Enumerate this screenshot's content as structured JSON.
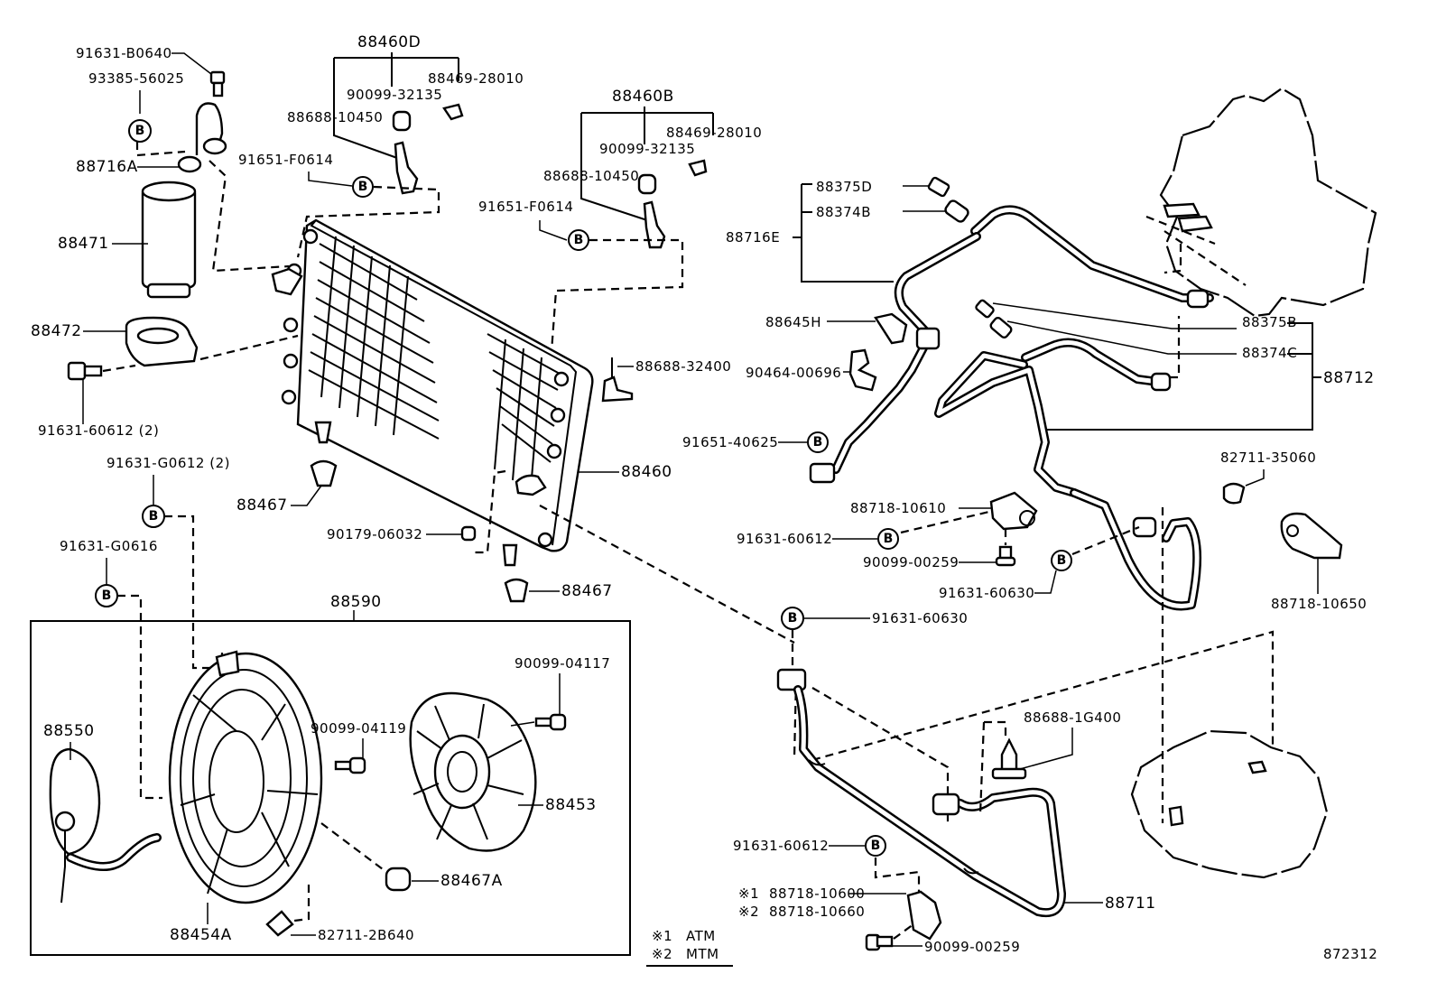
{
  "diagram": {
    "figure_id": "872312",
    "bolt_marker": "B",
    "notes": [
      {
        "mark": "※1",
        "text": "ATM"
      },
      {
        "mark": "※2",
        "text": "MTM"
      }
    ],
    "labels": {
      "p91631_B0640": "91631-B0640",
      "p93385_56025": "93385-56025",
      "p88716A": "88716A",
      "p88471": "88471",
      "p88472": "88472",
      "p91631_60612_2": "91631-60612 (2)",
      "p88460D": "88460D",
      "p88469_28010_a": "88469-28010",
      "p90099_32135_a": "90099-32135",
      "p88688_10450_a": "88688-10450",
      "p91651_F0614_a": "91651-F0614",
      "p88460B": "88460B",
      "p88469_28010_b": "88469-28010",
      "p90099_32135_b": "90099-32135",
      "p88688_10450_b": "88688-10450",
      "p91651_F0614_b": "91651-F0614",
      "p88688_32400": "88688-32400",
      "p88460": "88460",
      "p88467_a": "88467",
      "p88467_b": "88467",
      "p90179_06032": "90179-06032",
      "p91631_G0612_2": "91631-G0612 (2)",
      "p91631_G0616": "91631-G0616",
      "p88590": "88590",
      "p90099_04119": "90099-04119",
      "p90099_04117": "90099-04117",
      "p88550": "88550",
      "p88453": "88453",
      "p88467A": "88467A",
      "p88454A": "88454A",
      "p82711_2B640": "82711-2B640",
      "p88375D": "88375D",
      "p88374B": "88374B",
      "p88716E": "88716E",
      "p88645H": "88645H",
      "p90464_00696": "90464-00696",
      "p91651_40625": "91651-40625",
      "p88375B": "88375B",
      "p88374C": "88374C",
      "p88712": "88712",
      "p82711_35060": "82711-35060",
      "p88718_10650": "88718-10650",
      "p88718_10610": "88718-10610",
      "p91631_60612_a": "91631-60612",
      "p90099_00259_a": "90099-00259",
      "p91631_60630_a": "91631-60630",
      "p91631_60630_b": "91631-60630",
      "p88688_1G400": "88688-1G400",
      "p91631_60612_b": "91631-60612",
      "p88718_10600": "88718-10600",
      "p88718_10660": "88718-10660",
      "p88711": "88711",
      "p90099_00259_b": "90099-00259"
    }
  }
}
